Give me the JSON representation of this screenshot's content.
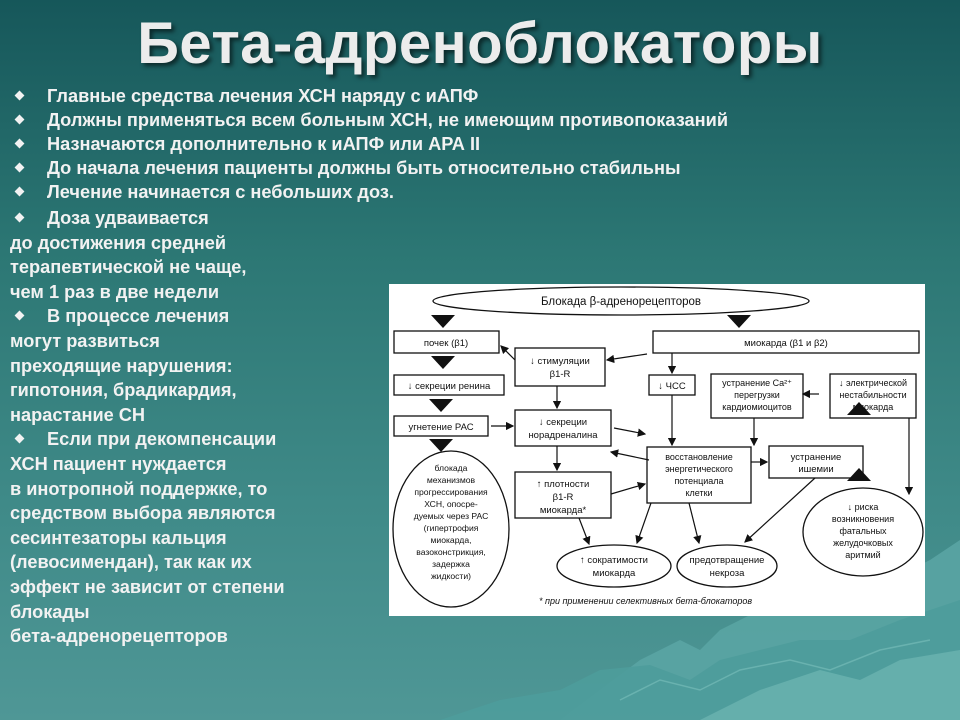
{
  "slide": {
    "title": "Бета-адреноблокаторы",
    "bullets_top": [
      "Главные средства лечения ХСН наряду с иАПФ",
      "Должны применяться всем больным ХСН, не имеющим противопоказаний",
      "Назначаются дополнительно к иАПФ или АРА II",
      "До начала лечения пациенты должны быть относительно стабильны",
      "Лечение начинается с небольших доз."
    ],
    "bullet_dose": {
      "first": "Доза удваивается",
      "lines": [
        "до достижения средней",
        "терапевтической не чаще,",
        "чем 1 раз в две недели"
      ]
    },
    "bullet_course": {
      "first": "В процессе лечения",
      "lines": [
        "могут развиться",
        "преходящие нарушения:",
        "гипотония, брадикардия,",
        "нарастание СН"
      ]
    },
    "bullet_decomp": {
      "first": "Если при декомпенсации",
      "lines": [
        "ХСН пациент нуждается",
        "в инотропной поддержке, то",
        "средством выбора являются",
        "сесинтезаторы кальция",
        "(левосимендан), так как их",
        "эффект не зависит от степени",
        "блокады",
        "бета-адренорецепторов"
      ]
    }
  },
  "diagram": {
    "header": "Блокада β-адренорецепторов",
    "kidney": "почек (β1)",
    "myocardium": "миокарда (β1 и β2)",
    "stim": [
      "↓ стимуляции",
      "β1-R"
    ],
    "renin": "↓ секреции ренина",
    "hr": "↓ ЧСС",
    "ca": [
      "устранение Ca²⁺",
      "перегрузки",
      "кардиомиоцитов"
    ],
    "electric": [
      "↓ электрической",
      "нестабильности",
      "миокарда"
    ],
    "ras": "угнетение РАС",
    "norepi": [
      "↓ секреции",
      "норадреналина"
    ],
    "restore": [
      "восстановление",
      "энергетического",
      "потенциала",
      "клетки"
    ],
    "ischemia": [
      "устранение",
      "ишемии"
    ],
    "block_mech": [
      "блокада",
      "механизмов",
      "прогрессирования",
      "ХСН, опосре-",
      "дуемых через РАС",
      "(гипертрофия",
      "миокарда,",
      "вазоконстрикция,",
      "задержка",
      "жидкости)"
    ],
    "density": [
      "↑ плотности",
      "β1-R",
      "миокарда*"
    ],
    "risk": [
      "↓ риска",
      "возникновения",
      "фатальных",
      "желудочковых",
      "аритмий"
    ],
    "contract": [
      "↑ сократимости",
      "миокарда"
    ],
    "necrosis": [
      "предотвращение",
      "некроза"
    ],
    "footnote": "* при применении селективных бета-блокаторов"
  }
}
